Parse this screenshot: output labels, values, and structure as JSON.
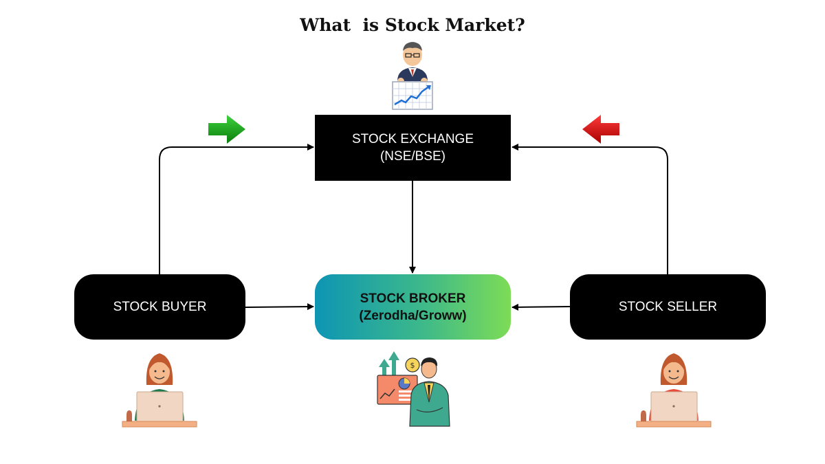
{
  "title": "What  is Stock Market?",
  "nodes": {
    "exchange": {
      "line1": "STOCK EXCHANGE",
      "line2": "(NSE/BSE)"
    },
    "broker": {
      "line1": "STOCK BROKER",
      "line2": "(Zerodha/Groww)"
    },
    "buyer": {
      "label": "STOCK BUYER"
    },
    "seller": {
      "label": "STOCK SELLER"
    }
  },
  "colors": {
    "buy_arrow": "#1a9e1a",
    "sell_arrow": "#d41414",
    "broker_gradient": [
      "#0d95b4",
      "#7ddc56"
    ],
    "node_fill": "#000000"
  },
  "icons": {
    "exchange": "trader-chart-icon",
    "broker": "broker-person-icon",
    "buyer": "buyer-laptop-icon",
    "seller": "seller-laptop-icon"
  }
}
